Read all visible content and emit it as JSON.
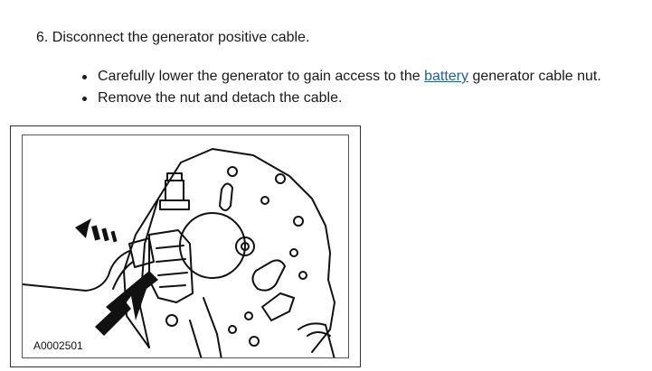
{
  "step": {
    "text": "6. Disconnect the generator positive cable."
  },
  "bullets": [
    {
      "before": "Carefully lower the generator to gain access to the ",
      "link": "battery",
      "after": " generator cable nut."
    },
    {
      "text": "Remove the nut and detach the cable."
    }
  ],
  "figure": {
    "code": "A0002501"
  },
  "colors": {
    "link": "#1f5fa0",
    "text": "#1a1a1a"
  }
}
